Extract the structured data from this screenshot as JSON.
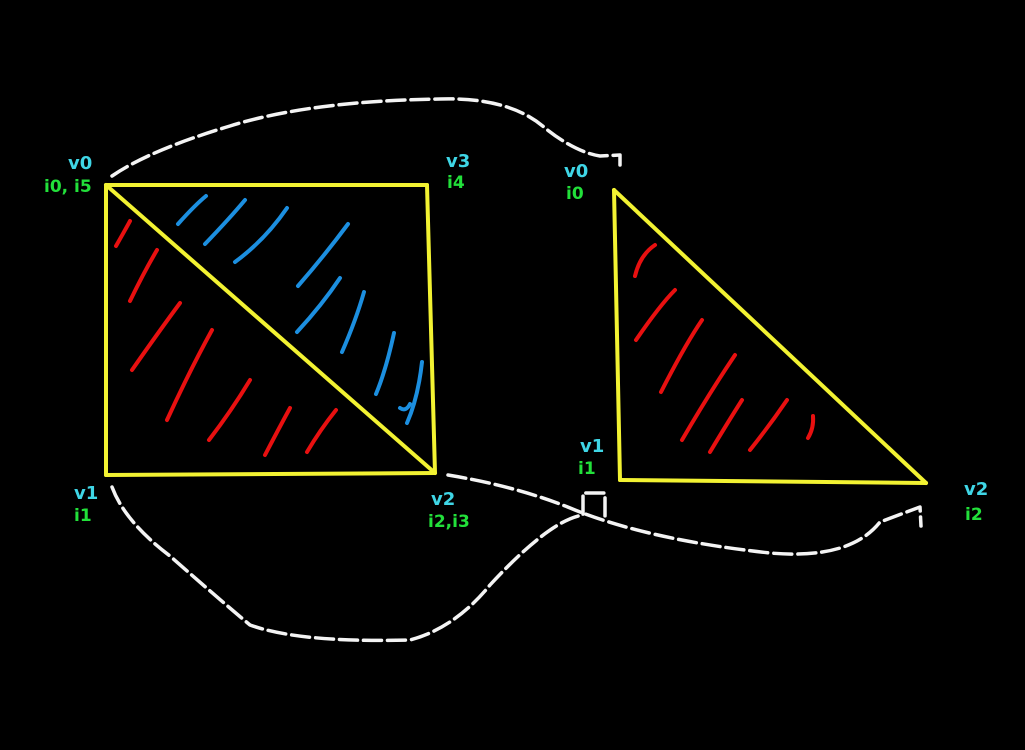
{
  "colors": {
    "background": "#000000",
    "edge": "#f2f232",
    "vertex_label": "#3fd6e6",
    "index_label": "#22e03a",
    "hatch_triangle_a": "#e81010",
    "hatch_triangle_b": "#1c8fe0",
    "arrow": "#f4f4f4"
  },
  "quad": {
    "labels": {
      "v0": {
        "vertex": "v0",
        "index": "i0, i5"
      },
      "v1": {
        "vertex": "v1",
        "index": "i1"
      },
      "v2": {
        "vertex": "v2",
        "index": "i2,i3"
      },
      "v3": {
        "vertex": "v3",
        "index": "i4"
      }
    }
  },
  "triangle": {
    "labels": {
      "v0": {
        "vertex": "v0",
        "index": "i0"
      },
      "v1": {
        "vertex": "v1",
        "index": "i1"
      },
      "v2": {
        "vertex": "v2",
        "index": "i2"
      }
    }
  }
}
